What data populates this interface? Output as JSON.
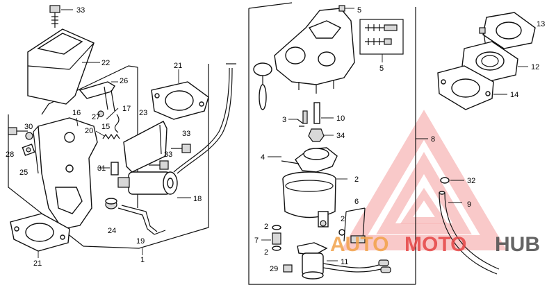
{
  "callouts": [
    {
      "id": "c33a",
      "text": "33"
    },
    {
      "id": "c22",
      "text": "22"
    },
    {
      "id": "c26",
      "text": "26"
    },
    {
      "id": "c21a",
      "text": "21"
    },
    {
      "id": "c16",
      "text": "16"
    },
    {
      "id": "c17",
      "text": "17"
    },
    {
      "id": "c27",
      "text": "27"
    },
    {
      "id": "c15",
      "text": "15"
    },
    {
      "id": "c30",
      "text": "30"
    },
    {
      "id": "c20",
      "text": "20"
    },
    {
      "id": "c23",
      "text": "23"
    },
    {
      "id": "c33b",
      "text": "33"
    },
    {
      "id": "c28",
      "text": "28"
    },
    {
      "id": "c33c",
      "text": "33"
    },
    {
      "id": "c25",
      "text": "25"
    },
    {
      "id": "c31",
      "text": "31"
    },
    {
      "id": "c18",
      "text": "18"
    },
    {
      "id": "c24",
      "text": "24"
    },
    {
      "id": "c19",
      "text": "19"
    },
    {
      "id": "c21b",
      "text": "21"
    },
    {
      "id": "c1",
      "text": "1"
    },
    {
      "id": "c5a",
      "text": "5"
    },
    {
      "id": "c5b",
      "text": "5"
    },
    {
      "id": "c3",
      "text": "3"
    },
    {
      "id": "c10",
      "text": "10"
    },
    {
      "id": "c34",
      "text": "34"
    },
    {
      "id": "c4",
      "text": "4"
    },
    {
      "id": "c2a",
      "text": "2"
    },
    {
      "id": "c2b",
      "text": "2"
    },
    {
      "id": "c6",
      "text": "6"
    },
    {
      "id": "c2c",
      "text": "2"
    },
    {
      "id": "c7",
      "text": "7"
    },
    {
      "id": "c2d",
      "text": "2"
    },
    {
      "id": "c29",
      "text": "29"
    },
    {
      "id": "c11",
      "text": "11"
    },
    {
      "id": "c13",
      "text": "13"
    },
    {
      "id": "c12",
      "text": "12"
    },
    {
      "id": "c14",
      "text": "14"
    },
    {
      "id": "c8",
      "text": "8"
    },
    {
      "id": "c32",
      "text": "32"
    },
    {
      "id": "c9",
      "text": "9"
    }
  ],
  "watermark": {
    "part1": "AUTO",
    "part2": "MOTO",
    "part3": "HUB",
    "color_auto": "#f2a24a",
    "color_moto": "#e64545",
    "color_hub": "#555555"
  }
}
